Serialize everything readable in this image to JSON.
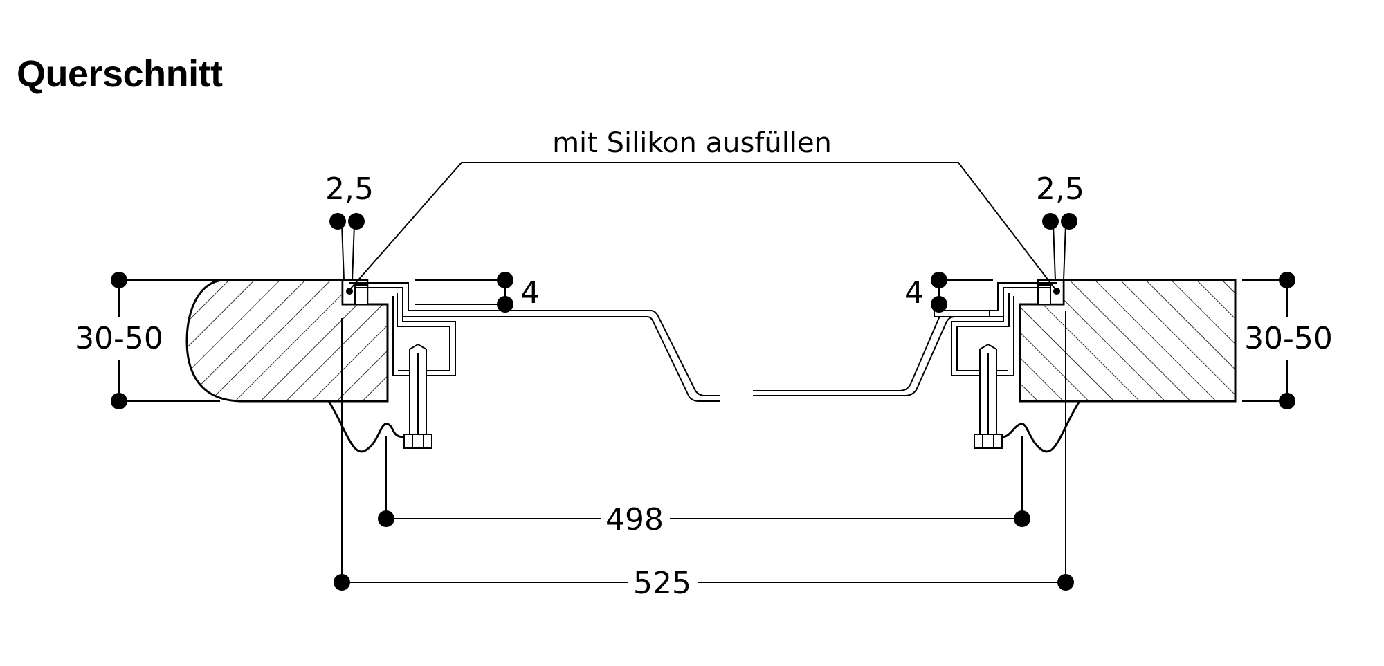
{
  "title": "Querschnitt",
  "labels": {
    "silicone_note": "mit Silikon ausfüllen",
    "gap_left": "2,5",
    "gap_right": "2,5",
    "step_left": "4",
    "step_right": "4",
    "thickness_left": "30-50",
    "thickness_right": "30-50",
    "width_inner": "498",
    "width_outer": "525"
  },
  "colors": {
    "line": "#000000",
    "background": "#ffffff"
  }
}
